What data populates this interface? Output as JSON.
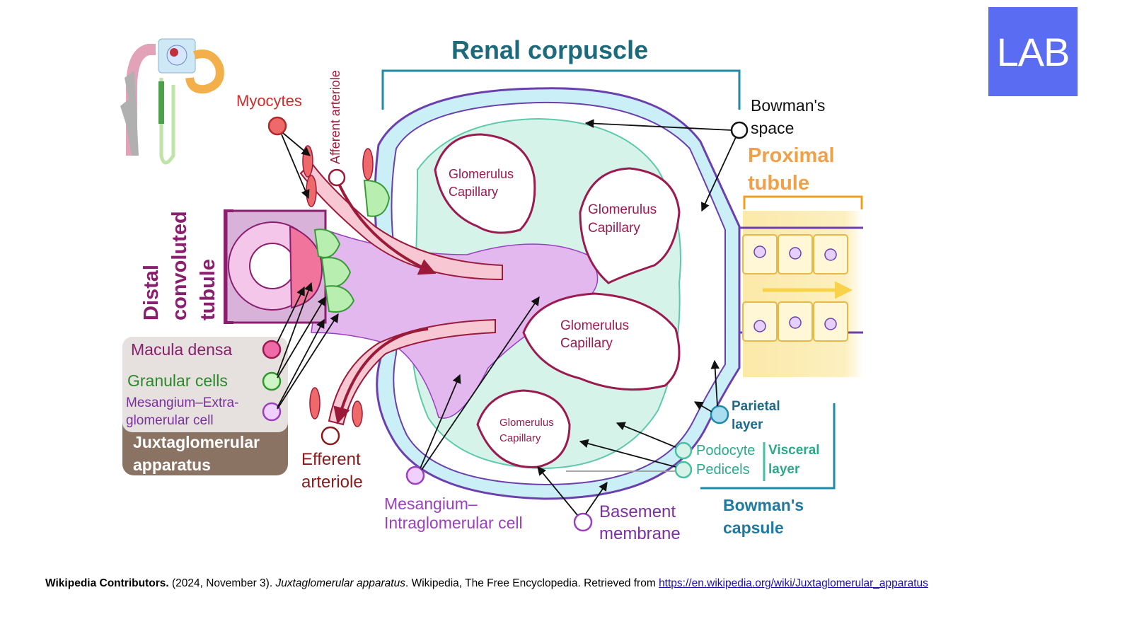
{
  "logo": {
    "text": "LAB"
  },
  "diagram": {
    "title": "Renal corpuscle",
    "labels": {
      "myocytes": "Myocytes",
      "afferent_arteriole": "Afferent arteriole",
      "bowmans_space_1": "Bowman's",
      "bowmans_space_2": "space",
      "proximal_tubule_1": "Proximal",
      "proximal_tubule_2": "tubule",
      "distal_1": "Distal",
      "distal_2": "convoluted",
      "distal_3": "tubule",
      "glom_cap_1": [
        "Glomerulus",
        "Capillary"
      ],
      "glom_cap_2": [
        "Glomerulus",
        "Capillary"
      ],
      "glom_cap_3": [
        "Glomerulus",
        "Capillary"
      ],
      "glom_cap_4": [
        "Glomerulus",
        "Capillary"
      ],
      "macula_densa": "Macula densa",
      "granular_cells": "Granular cells",
      "mesangium_extra_1": "Mesangium–Extra-",
      "mesangium_extra_2": "glomerular cell",
      "juxta_1": "Juxtaglomerular",
      "juxta_2": "apparatus",
      "efferent_1": "Efferent",
      "efferent_2": "arteriole",
      "mesangium_intra_1": "Mesangium–",
      "mesangium_intra_2": "Intraglomerular cell",
      "basement_1": "Basement",
      "basement_2": "membrane",
      "parietal_1": "Parietal",
      "parietal_2": "layer",
      "podocyte": "Podocyte",
      "pedicels": "Pedicels",
      "visceral_1": "Visceral",
      "visceral_2": "layer",
      "bowmans_capsule_1": "Bowman's",
      "bowmans_capsule_2": "capsule"
    },
    "colors": {
      "title": "#1d6a7c",
      "capsule": "#1e8aa8",
      "capillary": "#9b1a4f",
      "distal": "#8a1f6e",
      "proximal": "#f0a048",
      "macula": "#e8559a",
      "granular": "#2a9a2a",
      "mesangium": "#9b3fc0",
      "efferent": "#8a1a1a",
      "myocytes": "#d22a2a",
      "juxta_box": "#8a7363",
      "podocyte": "#45c0a0"
    }
  },
  "citation": {
    "author": "Wikipedia Contributors.",
    "date": " (2024, November 3). ",
    "title": "Juxtaglomerular apparatus",
    "rest": ". Wikipedia, The Free Encyclopedia. Retrieved from ",
    "url": "https://en.wikipedia.org/wiki/Juxtaglomerular_apparatus"
  }
}
